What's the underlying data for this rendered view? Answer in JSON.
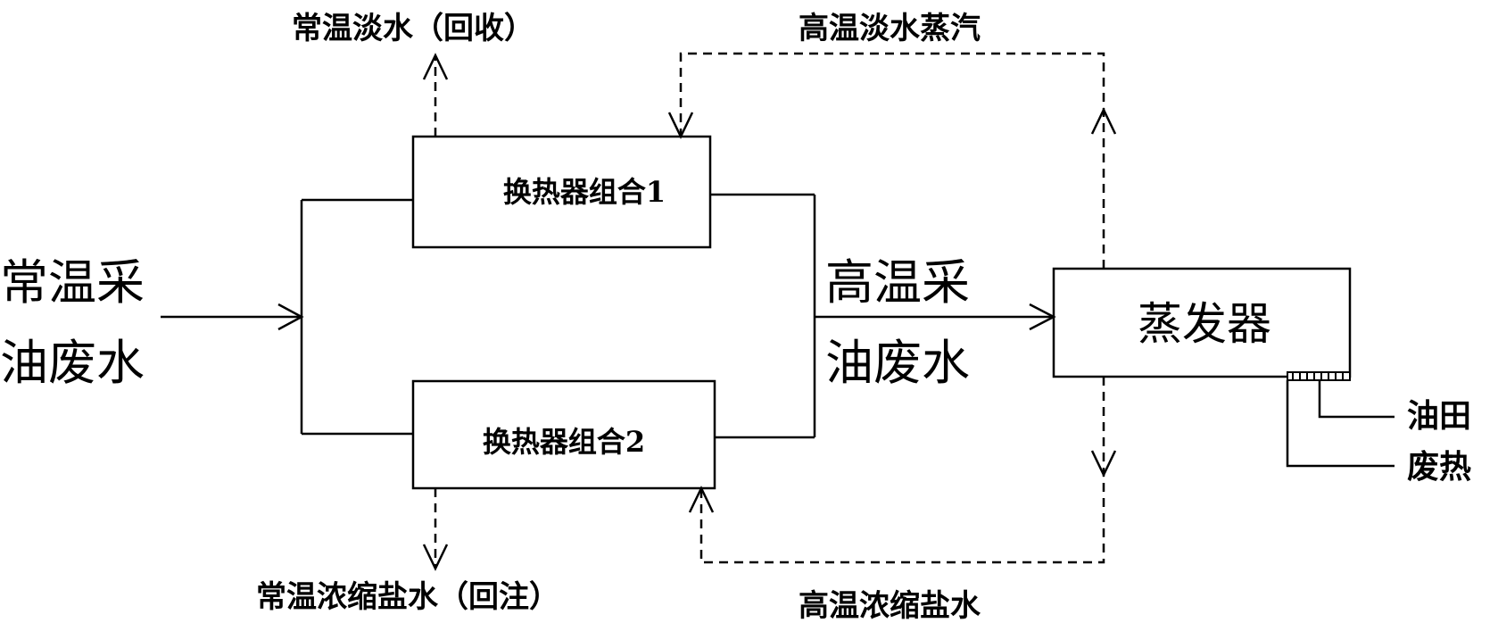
{
  "boxes": {
    "heat_exchanger_1": "换热器组合1",
    "heat_exchanger_2": "换热器组合2",
    "evaporator": "蒸发器"
  },
  "labels": {
    "input_line1": "常温采",
    "input_line2": "油废水",
    "hot_wastewater_line1": "高温采",
    "hot_wastewater_line2": "油废水",
    "fresh_water_recovered": "常温淡水（回收）",
    "hot_fresh_steam": "高温淡水蒸汽",
    "brine_reinjected": "常温浓缩盐水（回注）",
    "hot_brine": "高温浓缩盐水",
    "oilfield_line1": "油田",
    "oilfield_line2": "废热"
  }
}
